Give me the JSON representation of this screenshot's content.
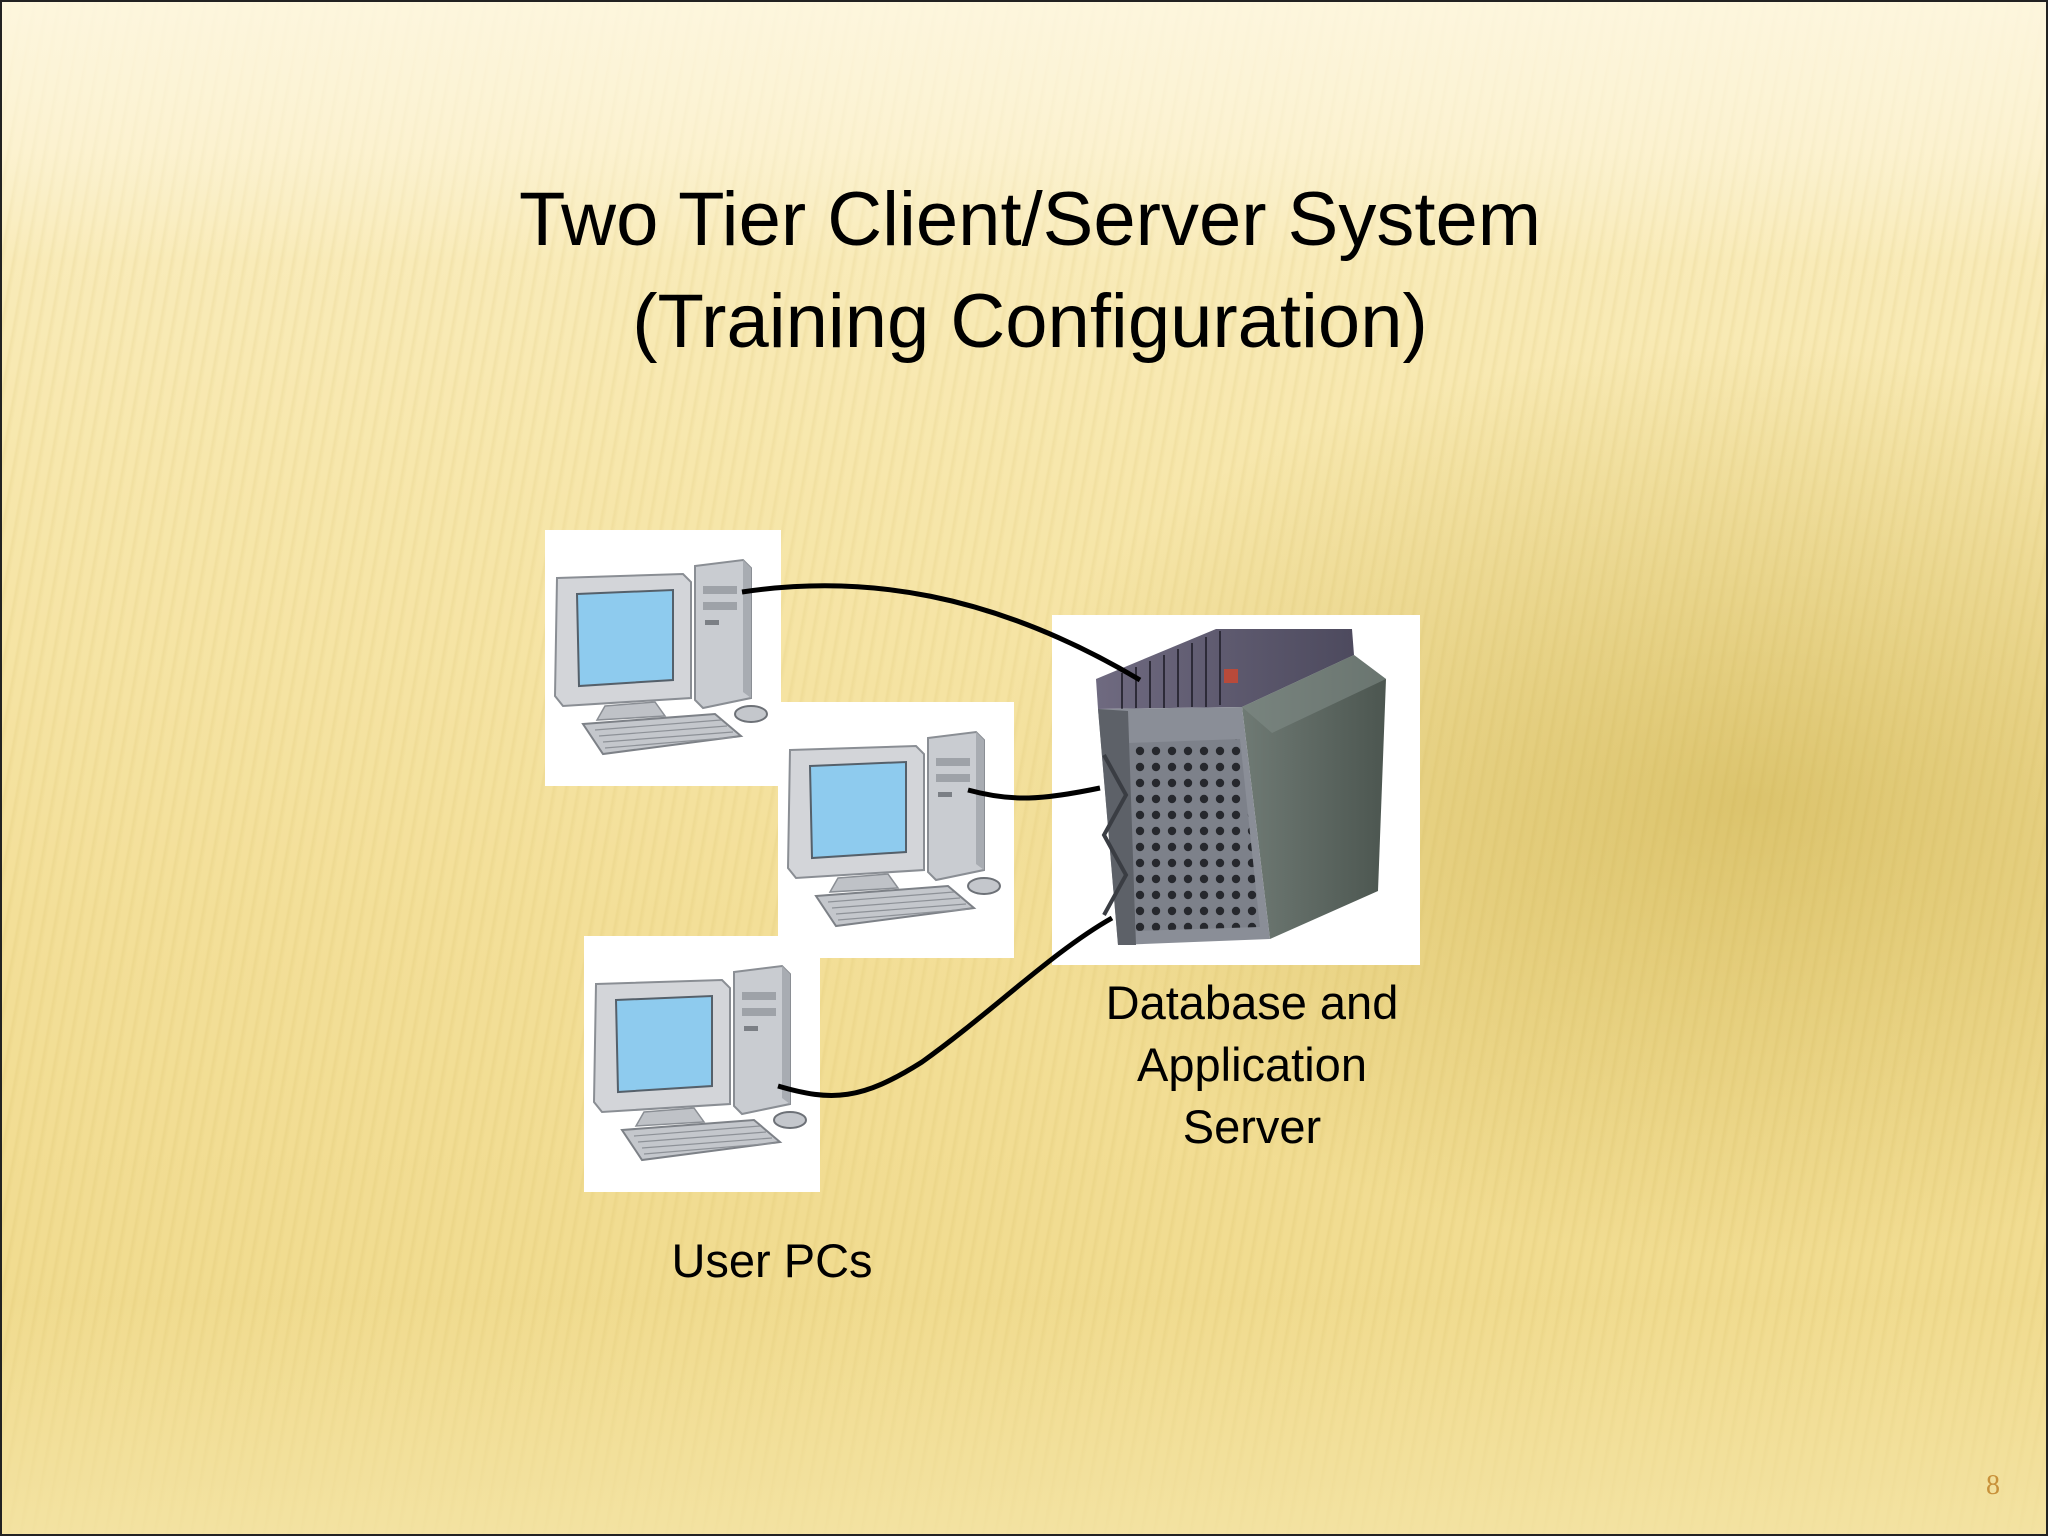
{
  "slide": {
    "title_line1": "Two Tier Client/Server System",
    "title_line2": "(Training Configuration)",
    "server_label": [
      "Database and",
      "Application",
      "Server"
    ],
    "pcs_label": "User PCs",
    "page_number": "8"
  },
  "nodes": [
    {
      "id": "pc1",
      "type": "user-pc",
      "icon": "desktop-computer-icon"
    },
    {
      "id": "pc2",
      "type": "user-pc",
      "icon": "desktop-computer-icon"
    },
    {
      "id": "pc3",
      "type": "user-pc",
      "icon": "desktop-computer-icon"
    },
    {
      "id": "server",
      "type": "server",
      "icon": "server-tower-icon"
    }
  ],
  "edges": [
    {
      "from": "pc1",
      "to": "server"
    },
    {
      "from": "pc2",
      "to": "server"
    },
    {
      "from": "pc3",
      "to": "server"
    }
  ],
  "colors": {
    "background": "#f5e3a0",
    "screen": "#8ecbee",
    "page_number": "#c8913a",
    "cable": "#000000"
  }
}
